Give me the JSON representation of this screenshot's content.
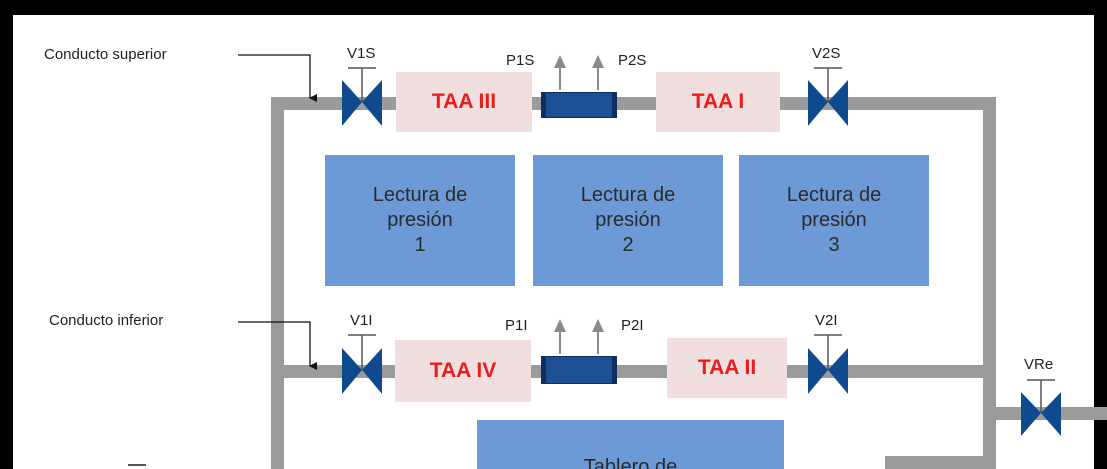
{
  "pipe_labels": {
    "upper": "Conducto superior",
    "lower": "Conducto inferior"
  },
  "valves": {
    "v1s": "V1S",
    "v2s": "V2S",
    "v1i": "V1I",
    "v2i": "V2I",
    "vre": "VRe"
  },
  "sensors": {
    "p1s": "P1S",
    "p2s": "P2S",
    "p1i": "P1I",
    "p2i": "P2I"
  },
  "chambers": {
    "taa_iii": "TAA III",
    "taa_i": "TAA I",
    "taa_iv": "TAA IV",
    "taa_ii": "TAA II"
  },
  "readings": [
    {
      "line1": "Lectura de",
      "line2": "presión",
      "line3": "1"
    },
    {
      "line1": "Lectura de",
      "line2": "presión",
      "line3": "2"
    },
    {
      "line1": "Lectura de",
      "line2": "presión",
      "line3": "3"
    }
  ],
  "board": {
    "partial_label": "Tablero de"
  },
  "colors": {
    "pipe": "#9b9b9b",
    "valve": "#0f4a8f",
    "chamber_bg": "#f1dede",
    "chamber_text": "#ec1c1c",
    "reading_bg": "#6b9ad6",
    "sensor": "#1d4f95"
  }
}
